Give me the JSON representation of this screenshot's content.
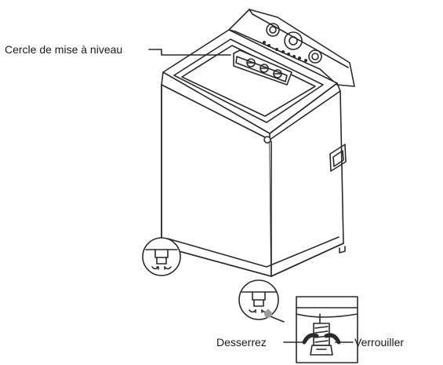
{
  "labels": {
    "leveling_circle": "Cercle de mise à niveau",
    "loosen": "Desserrez",
    "lock": "Verrouiller"
  },
  "colors": {
    "line": "#2a2a2a",
    "dot": "#9a9a9a",
    "background": "#ffffff"
  },
  "icons": [
    "washer-illustration",
    "leveling-foot-icon",
    "rotate-arrow-icon"
  ]
}
